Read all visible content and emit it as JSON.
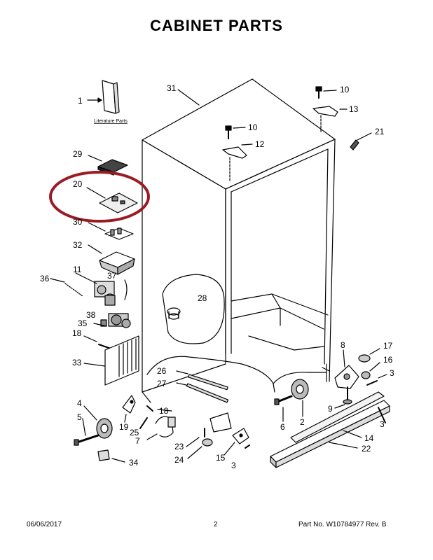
{
  "page": {
    "title": "CABINET PARTS",
    "literature_label": "Literature Parts",
    "highlight_color": "#9b1b24"
  },
  "footer": {
    "date": "06/06/2017",
    "page_number": "2",
    "part_number": "Part No.  W10784977  Rev. B"
  },
  "callouts": {
    "c1": "1",
    "c29": "29",
    "c20": "20",
    "c30": "30",
    "c32": "32",
    "c36": "36",
    "c11": "11",
    "c37": "37",
    "c38": "38",
    "c35": "35",
    "c18a": "18",
    "c33": "33",
    "c31": "31",
    "c10a": "10",
    "c13": "13",
    "c10b": "10",
    "c12": "12",
    "c21": "21",
    "c28": "28",
    "c8": "8",
    "c17": "17",
    "c16": "16",
    "c3a": "3",
    "c26": "26",
    "c27": "27",
    "c9": "9",
    "c4": "4",
    "c5": "5",
    "c19": "19",
    "c18b": "18",
    "c25": "25",
    "c7": "7",
    "c23": "23",
    "c24": "24",
    "c15": "15",
    "c3b": "3",
    "c34": "34",
    "c6": "6",
    "c2": "2",
    "c14": "14",
    "c22": "22",
    "c3c": "3"
  }
}
